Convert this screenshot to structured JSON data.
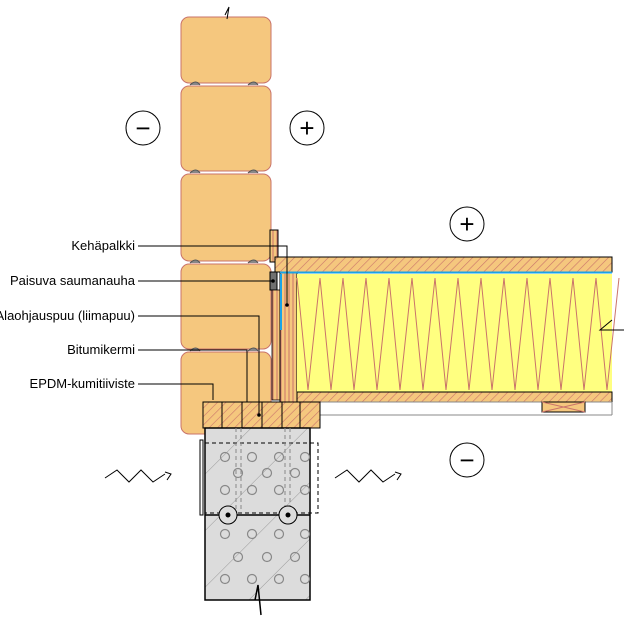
{
  "title": "Log wall to floor junction detail",
  "labels": [
    {
      "id": "kehapalkki",
      "text": "Kehäpalkki"
    },
    {
      "id": "saumanauha",
      "text": "Paisuva saumanauha"
    },
    {
      "id": "alaohjauspuu",
      "text": "Alaohjauspuu (liimapuu)"
    },
    {
      "id": "bitumikermi",
      "text": "Bitumikermi"
    },
    {
      "id": "epdm",
      "text": "EPDM-kumitiiviste"
    }
  ],
  "symbols": {
    "minus": "−",
    "plus": "+"
  },
  "colors": {
    "wood": "#f5c77e",
    "grain": "#c9736a",
    "insulation": "#ffff80",
    "membrane": "#1aa3e6",
    "concrete": "#dcdcdc",
    "seal": "#707070"
  }
}
